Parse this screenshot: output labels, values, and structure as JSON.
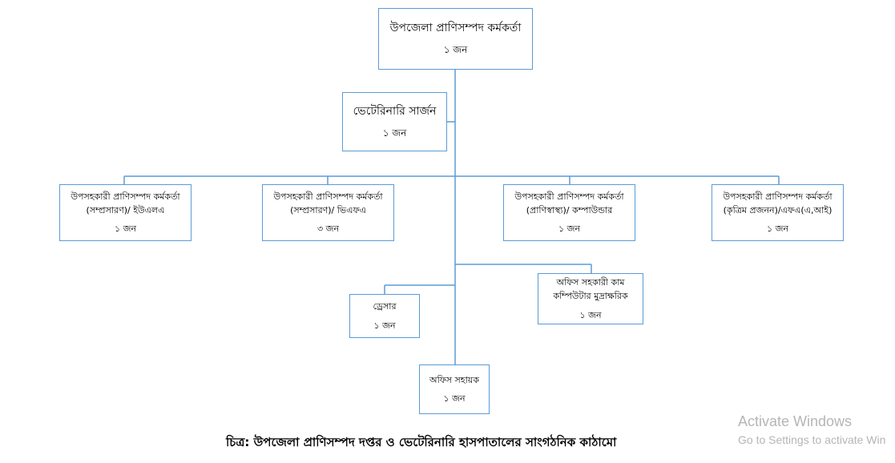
{
  "nodes": {
    "top": {
      "title": "উপজেলা প্রাণিসম্পদ কর্মকর্তা",
      "count": "১ জন"
    },
    "vet": {
      "title": "ভেটেরিনারি সার্জন",
      "count": "১ জন"
    },
    "ulo": {
      "line1": "উপসহকারী প্রাণিসম্পদ কর্মকর্তা",
      "line2": "(সম্প্রসারণ)/ ইউএলএ",
      "count": "১ জন"
    },
    "vfa": {
      "line1": "উপসহকারী প্রাণিসম্পদ কর্মকর্তা",
      "line2": "(সম্প্রসারণ)/ ভিএফএ",
      "count": "৩ জন"
    },
    "compounder": {
      "line1": "উপসহকারী প্রাণিসম্পদ কর্মকর্তা",
      "line2": "(প্রাণিস্বাস্থ্য)/ কম্পাউন্ডার",
      "count": "১ জন"
    },
    "fai": {
      "line1": "উপসহকারী প্রাণিসম্পদ কর্মকর্তা",
      "line2": "(কৃত্রিম প্রজনন)/এফএ(এ,আই)",
      "count": "১ জন"
    },
    "dresser": {
      "title": "ড্রেসার",
      "count": "১ জন"
    },
    "office_asst": {
      "line1": "অফিস সহকারী কাম",
      "line2": "কম্পিউটার মুদ্রাক্ষরিক",
      "count": "১ জন"
    },
    "office_helper": {
      "title": "অফিস সহায়ক",
      "count": "১ জন"
    }
  },
  "caption": "চিত্র: উপজেলা প্রাণিসম্পদ দপ্তর ও ভেটেরিনারি হাসপাতালের সাংগঠনিক কাঠামো",
  "watermark": {
    "title": "Activate Windows",
    "subtitle": "Go to Settings to activate Win"
  },
  "colors": {
    "border": "#5b9bd5",
    "watermark": "#b5b5b5"
  }
}
